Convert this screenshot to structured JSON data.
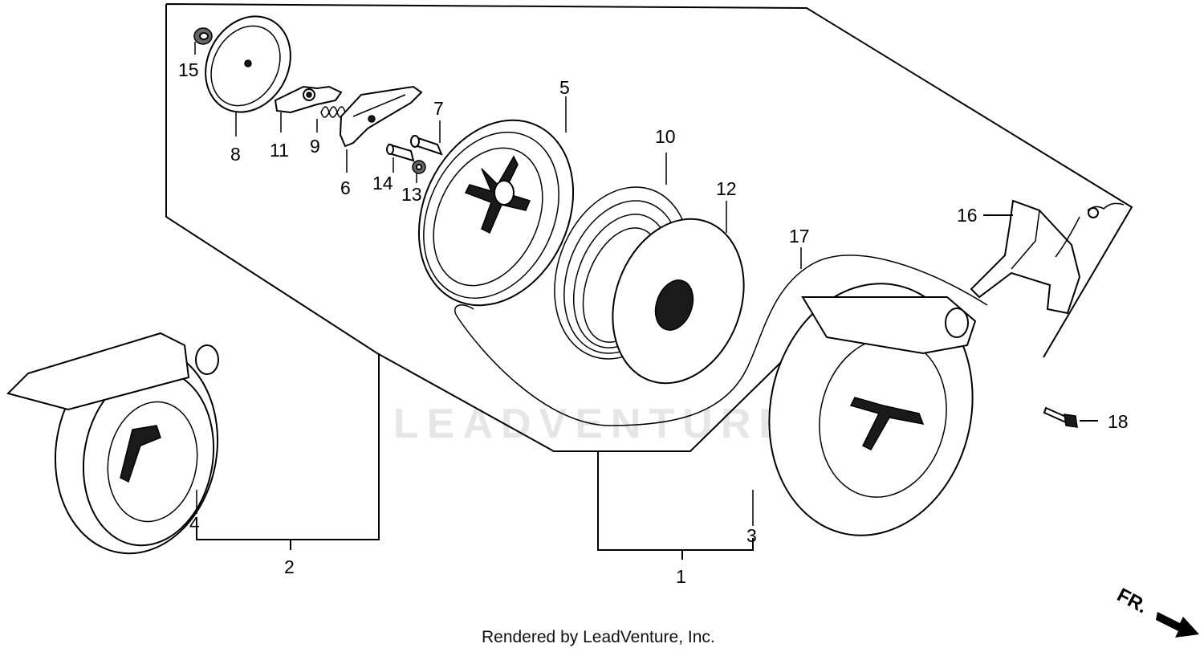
{
  "diagram": {
    "callouts": [
      "15",
      "8",
      "11",
      "9",
      "6",
      "14",
      "13",
      "7",
      "5",
      "10",
      "12",
      "16",
      "17",
      "18",
      "4",
      "2",
      "3",
      "1"
    ],
    "watermark": "LEADVENTURE",
    "direction_label": "FR.",
    "footer": "Rendered by LeadVenture, Inc."
  }
}
